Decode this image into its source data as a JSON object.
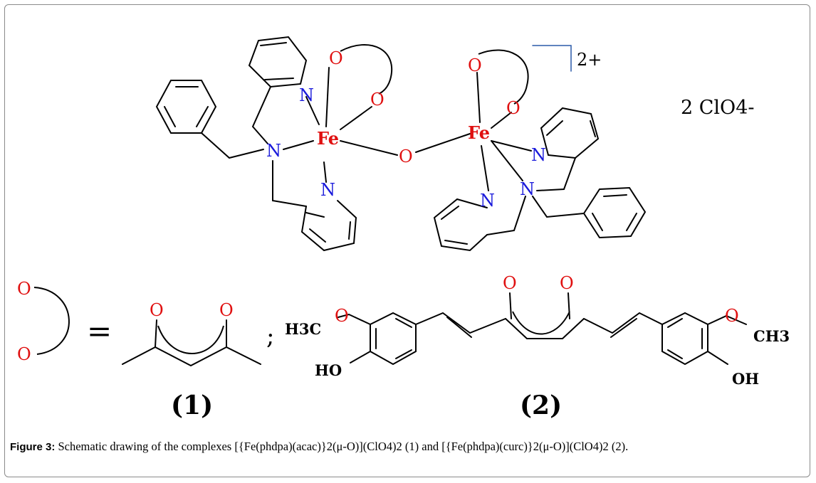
{
  "atoms": {
    "N": "N",
    "O": "O",
    "Fe": "Fe",
    "H3C": "H3C",
    "CH3": "CH3",
    "HO": "HO",
    "OH": "OH"
  },
  "charge": "2+",
  "counterion": "2 ClO4-",
  "symbols": {
    "equals": "=",
    "separator": ";"
  },
  "labels": {
    "complex1": "(1)",
    "complex2": "(2)"
  },
  "caption": {
    "label": "Figure 3:",
    "text": "Schematic drawing of the complexes [{Fe(phdpa)(acac)}2(μ-O)](ClO4)2 (1) and [{Fe(phdpa)(curc)}2(μ-O)](ClO4)2 (2)."
  }
}
